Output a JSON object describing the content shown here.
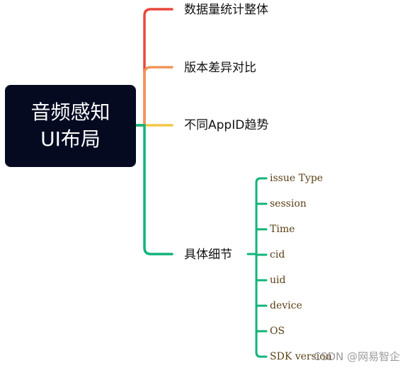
{
  "root": {
    "line1": "音频感知",
    "line2": "UI布局",
    "bg_color": "#050a21"
  },
  "branches": [
    {
      "label": "数据量统计整体",
      "color": "#e8473c"
    },
    {
      "label": "版本差异对比",
      "color": "#f0945a"
    },
    {
      "label": "不同AppID趋势",
      "color": "#f2c744"
    },
    {
      "label": "具体细节",
      "color": "#12b47a"
    }
  ],
  "details": [
    "issue Type",
    "session",
    "Time",
    "cid",
    "uid",
    "device",
    "OS",
    "SDK version"
  ],
  "detail_color": "#12b47a",
  "watermark": "CSDN @网易智企"
}
